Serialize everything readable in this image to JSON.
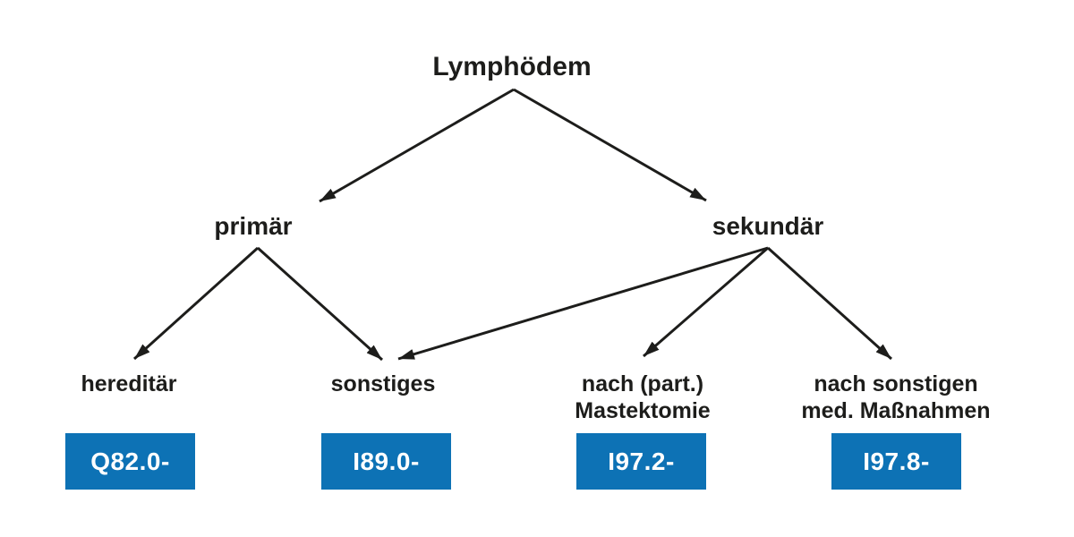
{
  "diagram": {
    "title": "Lymphödem",
    "accent_color": "#0d72b5",
    "text_color": "#1d1d1b",
    "nodes": {
      "root": {
        "label": "Lymphödem"
      },
      "primaer": {
        "label": "primär"
      },
      "sekundaer": {
        "label": "sekundär"
      },
      "hereditaer": {
        "label": "hereditär",
        "code": "Q82.0-"
      },
      "sonstiges": {
        "label": "sonstiges",
        "code": "I89.0-"
      },
      "mastektomie": {
        "label_line1": "nach (part.)",
        "label_line2": "Mastektomie",
        "code": "I97.2-"
      },
      "massnahmen": {
        "label_line1": "nach sonstigen",
        "label_line2": "med. Maßnahmen",
        "code": "I97.8-"
      }
    },
    "edges": [
      {
        "from": "Lymphödem",
        "to": "primär"
      },
      {
        "from": "Lymphödem",
        "to": "sekundär"
      },
      {
        "from": "primär",
        "to": "hereditär"
      },
      {
        "from": "primär",
        "to": "sonstiges"
      },
      {
        "from": "sekundär",
        "to": "sonstiges"
      },
      {
        "from": "sekundär",
        "to": "nach (part.) Mastektomie"
      },
      {
        "from": "sekundär",
        "to": "nach sonstigen med. Maßnahmen"
      }
    ]
  }
}
